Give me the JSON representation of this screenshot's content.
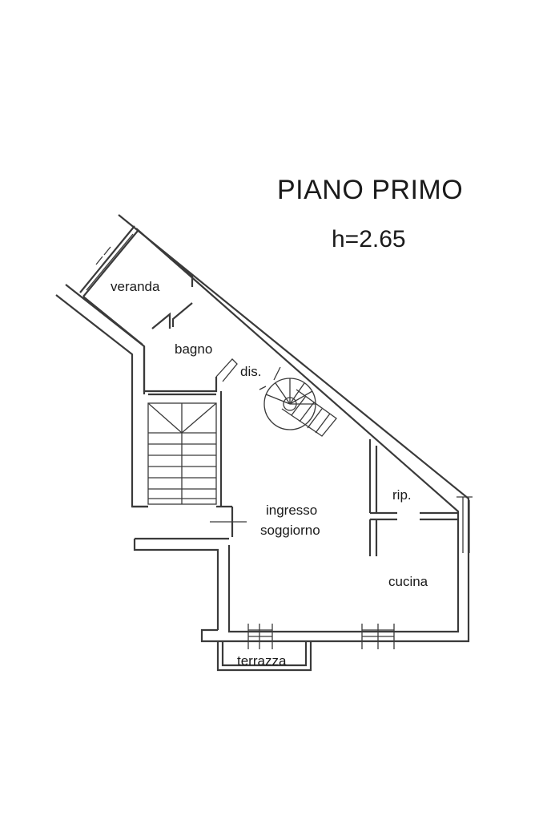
{
  "heading": {
    "title": "PIANO PRIMO",
    "height": "h=2.65"
  },
  "rooms": {
    "veranda": "veranda",
    "bagno": "bagno",
    "dis": "dis.",
    "ingresso": "ingresso",
    "soggiorno": "soggiorno",
    "rip": "rip.",
    "cucina": "cucina",
    "terrazza": "terrazza"
  }
}
